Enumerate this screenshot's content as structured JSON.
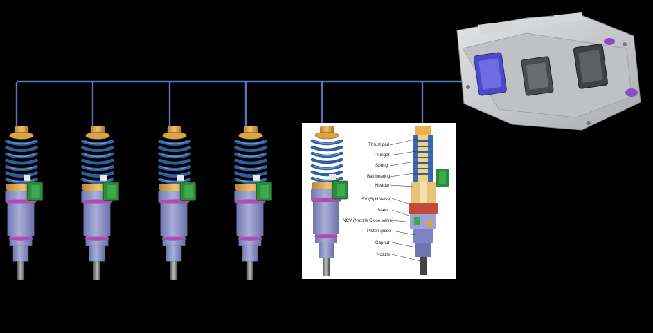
{
  "colors": {
    "background": "#000000",
    "wire": "#4F79C2",
    "spring": "#2F5F9E",
    "spring_light": "#5C8FD0",
    "cap": "#E7B14F",
    "connector": "#2E8B3A",
    "body": "#8E95C8",
    "ring": "#B04BB0",
    "panel": "#FFFFFF",
    "ecu": "#C9CACC",
    "ecu_connector": "#5A56D6"
  },
  "icons": [
    "unit-injector-icon",
    "ecu-module-icon",
    "injector-cutaway-icon"
  ],
  "cutaway": {
    "labels": [
      "Thrust pad",
      "Plunger",
      "Spring",
      "Ball bearing",
      "Header",
      "SV (Spill Valve)",
      "Stator",
      "NCV (Nozzle Close Valve)",
      "Piston guide",
      "Capnut",
      "Nozzle"
    ]
  }
}
